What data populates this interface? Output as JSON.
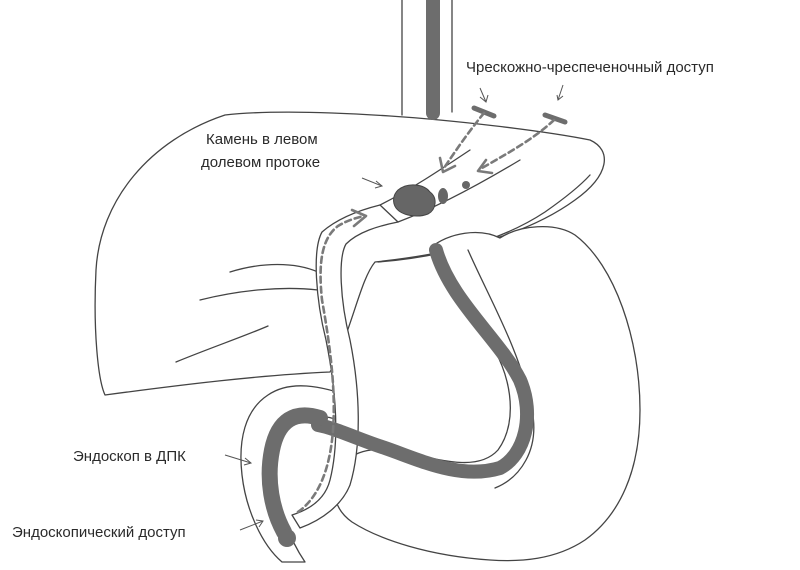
{
  "labels": {
    "percutaneous": "Чрескожно-чреспеченочный доступ",
    "stone_line1": "Камень в левом",
    "stone_line2": "долевом протоке",
    "endoscope": "Эндоскоп в ДПК",
    "endoscopic_access": "Эндоскопический доступ"
  }
}
